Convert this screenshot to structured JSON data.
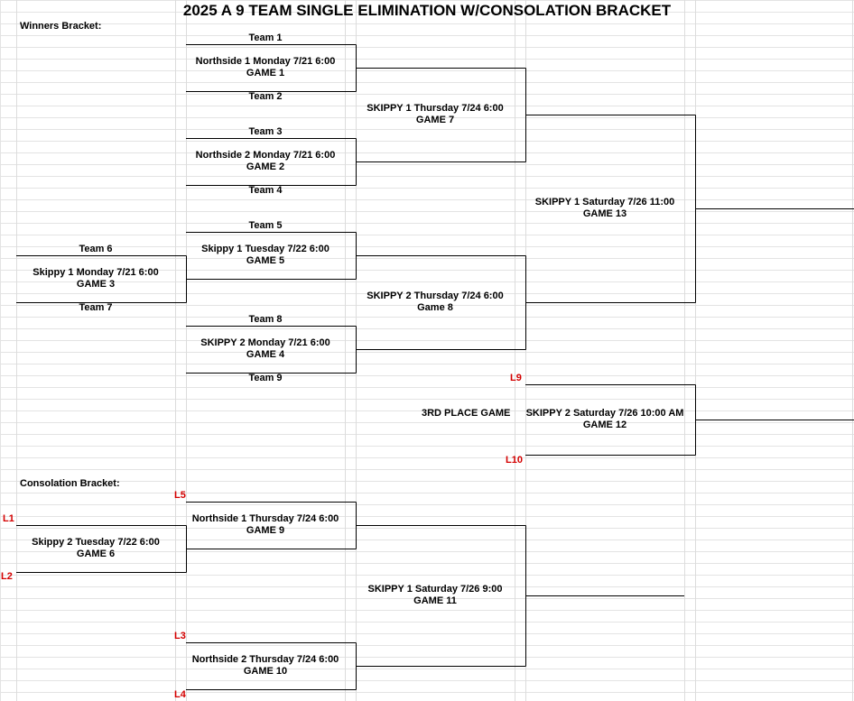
{
  "title": "2025 A 9 TEAM SINGLE ELIMINATION W/CONSOLATION BRACKET",
  "sections": {
    "winners": "Winners Bracket:",
    "consolation": "Consolation Bracket:"
  },
  "teams": [
    "Team 1",
    "Team 2",
    "Team 3",
    "Team 4",
    "Team 5",
    "Team 6",
    "Team 7",
    "Team 8",
    "Team 9"
  ],
  "games": {
    "g1": [
      "Northside 1 Monday 7/21 6:00",
      "GAME 1"
    ],
    "g2": [
      "Northside 2 Monday 7/21 6:00",
      "GAME 2"
    ],
    "g3": [
      "Skippy 1 Monday 7/21 6:00",
      "GAME 3"
    ],
    "g4": [
      "SKIPPY 2 Monday 7/21 6:00",
      "GAME 4"
    ],
    "g5": [
      "Skippy 1 Tuesday 7/22 6:00",
      "GAME 5"
    ],
    "g6": [
      "Skippy 2 Tuesday 7/22 6:00",
      "GAME 6"
    ],
    "g7": [
      "SKIPPY 1 Thursday 7/24 6:00",
      "GAME 7"
    ],
    "g8": [
      "SKIPPY 2 Thursday 7/24 6:00",
      "Game 8"
    ],
    "g9": [
      "Northside 1 Thursday 7/24 6:00",
      "GAME 9"
    ],
    "g10": [
      "Northside 2 Thursday 7/24 6:00",
      "GAME 10"
    ],
    "g11": [
      "SKIPPY 1 Saturday 7/26 9:00",
      "GAME 11"
    ],
    "g12": [
      "SKIPPY 2 Saturday 7/26 10:00 AM",
      "GAME 12"
    ],
    "g13": [
      "SKIPPY 1 Saturday 7/26 11:00",
      "GAME 13"
    ]
  },
  "third_place": "3RD PLACE GAME",
  "losers": {
    "l1": "L1",
    "l2": "L2",
    "l3": "L3",
    "l4": "L4",
    "l5": "L5",
    "l9": "L9",
    "l10": "L10"
  }
}
